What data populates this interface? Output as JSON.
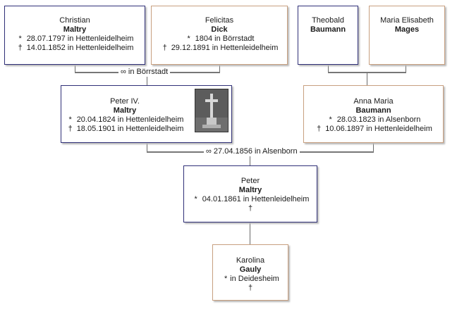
{
  "persons": {
    "christian": {
      "first": "Christian",
      "last": "Maltry",
      "birth": "28.07.1797 in Hettenleidelheim",
      "death": "14.01.1852 in Hettenleidelheim"
    },
    "felicitas": {
      "first": "Felicitas",
      "last": "Dick",
      "birth": "1804 in Börrstadt",
      "death": "29.12.1891 in Hettenleidelheim"
    },
    "theobald": {
      "first": "Theobald",
      "last": "Baumann"
    },
    "maria_elisabeth": {
      "first": "Maria Elisabeth",
      "last": "Mages"
    },
    "peter_iv": {
      "first": "Peter IV.",
      "last": "Maltry",
      "birth": "20.04.1824 in Hettenleidelheim",
      "death": "18.05.1901 in Hettenleidelheim"
    },
    "anna_maria": {
      "first": "Anna Maria",
      "last": "Baumann",
      "birth": "28.03.1823 in Alsenborn",
      "death": "10.06.1897 in Hettenleidelheim"
    },
    "peter": {
      "first": "Peter",
      "last": "Maltry",
      "birth": "04.01.1861 in Hettenleidelheim",
      "death": ""
    },
    "karolina": {
      "first": "Karolina",
      "last": "Gauly",
      "birth": "in Deidesheim",
      "death": ""
    }
  },
  "marriages": {
    "christian_felicitas": "in Börrstadt",
    "peter_anna": "27.04.1856 in Alsenborn"
  },
  "symbols": {
    "birth": "*",
    "death": "†",
    "marriage": "∞"
  },
  "colors": {
    "male_border": "#303078",
    "female_border": "#c8a080",
    "line": "#6a6a6a"
  }
}
